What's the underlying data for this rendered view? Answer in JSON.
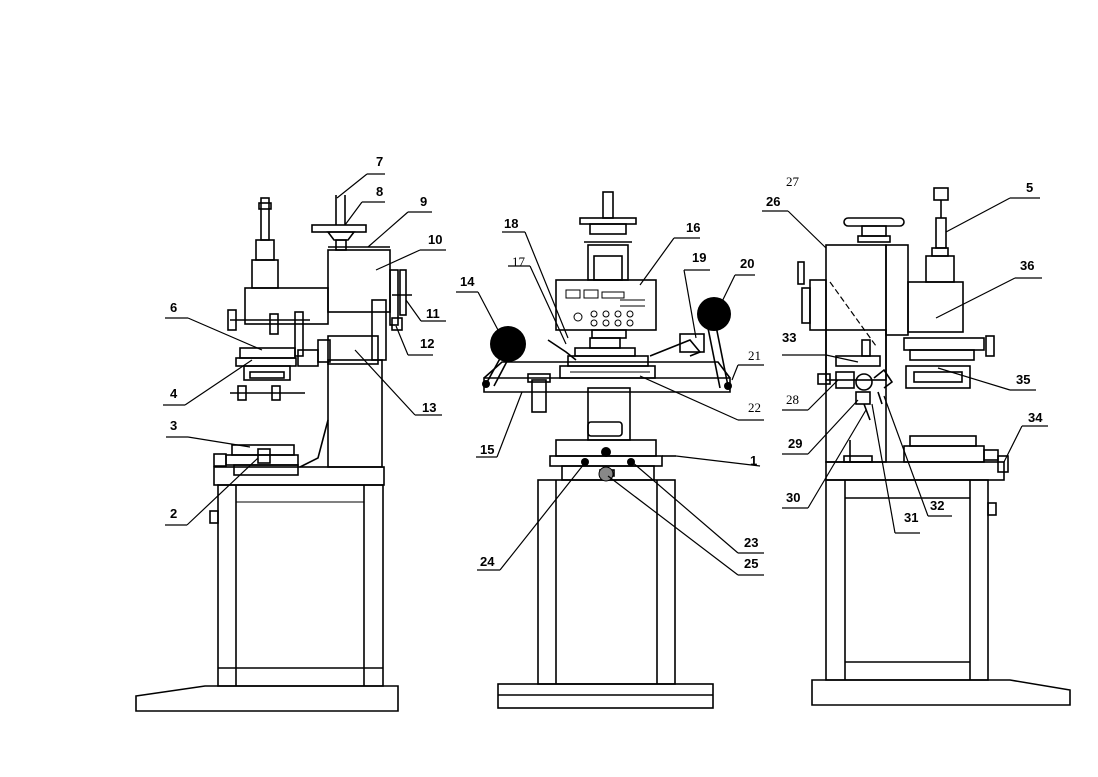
{
  "labels": {
    "l1": "1",
    "l2": "2",
    "l3": "3",
    "l4": "4",
    "l5": "5",
    "l6": "6",
    "l7": "7",
    "l8": "8",
    "l9": "9",
    "l10": "10",
    "l11": "11",
    "l12": "12",
    "l13": "13",
    "l14": "14",
    "l15": "15",
    "l16": "16",
    "l17": "17",
    "l18": "18",
    "l19": "19",
    "l20": "20",
    "l21": "21",
    "l22": "22",
    "l23": "23",
    "l24": "24",
    "l25": "25",
    "l26": "26",
    "l27": "27",
    "l28": "28",
    "l29": "29",
    "l30": "30",
    "l31": "31",
    "l32": "32",
    "l33": "33",
    "l34": "34",
    "l35": "35",
    "l36": "36"
  }
}
